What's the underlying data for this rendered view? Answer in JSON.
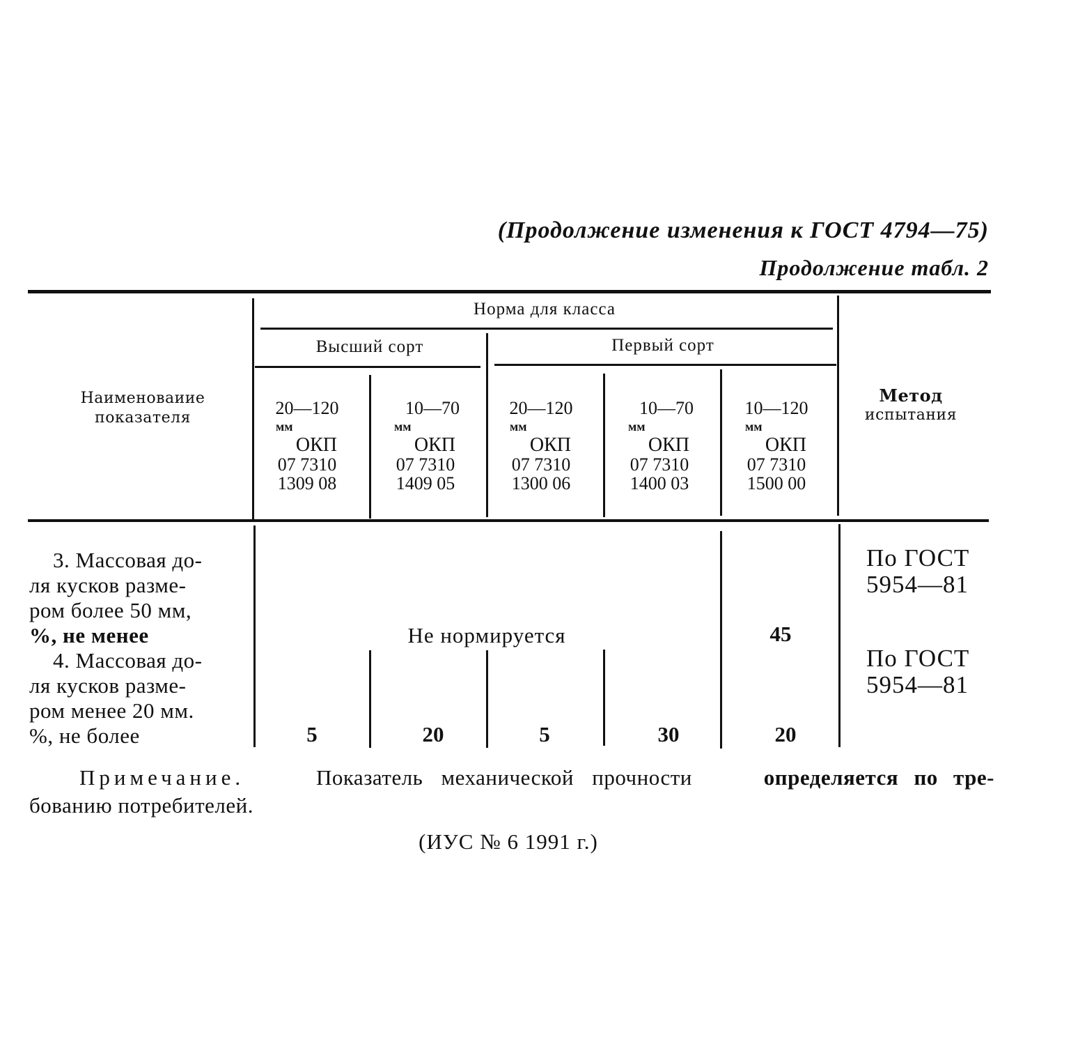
{
  "header": {
    "continuation_title": "(Продолжение изменения к ГОСТ 4794—75)",
    "table_continuation": "Продолжение табл. 2"
  },
  "table": {
    "row_header_label": "Наименоваиие показателя",
    "row_header_lines": [
      "Наименоваиие",
      "показателя"
    ],
    "norm_group": "Норма для класса",
    "grade_groups": [
      {
        "label": "Высший сорт"
      },
      {
        "label": "Первый сорт"
      }
    ],
    "columns": [
      {
        "range": "20—120",
        "unit": "мм",
        "code_label": "ОКП",
        "code_line1": "07 7310",
        "code_line2": "1309 08"
      },
      {
        "range": "10—70",
        "unit": "мм",
        "code_label": "ОКП",
        "code_line1": "07 7310",
        "code_line2": "1409 05"
      },
      {
        "range": "20—120",
        "unit": "мм",
        "code_label": "ОКП",
        "code_line1": "07 7310",
        "code_line2": "1300 06"
      },
      {
        "range": "10—70",
        "unit": "мм",
        "code_label": "ОКП",
        "code_line1": "07 7310",
        "code_line2": "1400 03"
      },
      {
        "range": "10—120",
        "unit": "мм",
        "code_label": "ОКП",
        "code_line1": "07 7310",
        "code_line2": "1500 00"
      }
    ],
    "method_header_lines": [
      "Метод",
      "испытания"
    ],
    "rows": [
      {
        "label_lines": [
          "3. Массовая до-",
          "ля кусков разме-",
          "ром более 50 мм,",
          "%, не менее"
        ],
        "merged_value": "Не нормируется",
        "values": [
          "",
          "",
          "",
          "",
          "45"
        ],
        "method_lines": [
          "По ГОСТ",
          "5954—81"
        ]
      },
      {
        "label_lines": [
          "4. Массовая до-",
          "ля кусков разме-",
          "ром менее 20 мм.",
          "%, не более"
        ],
        "values": [
          "5",
          "20",
          "5",
          "30",
          "20"
        ],
        "method_lines": [
          "По ГОСТ",
          "5954—81"
        ]
      }
    ]
  },
  "note": {
    "label": "Примечание.",
    "text_regular": "Показатель механической прочности",
    "text_bold": "определяется по тре-",
    "text_line2": "бованию потребителей."
  },
  "footer": {
    "source": "(ИУС № 6 1991 г.)"
  }
}
